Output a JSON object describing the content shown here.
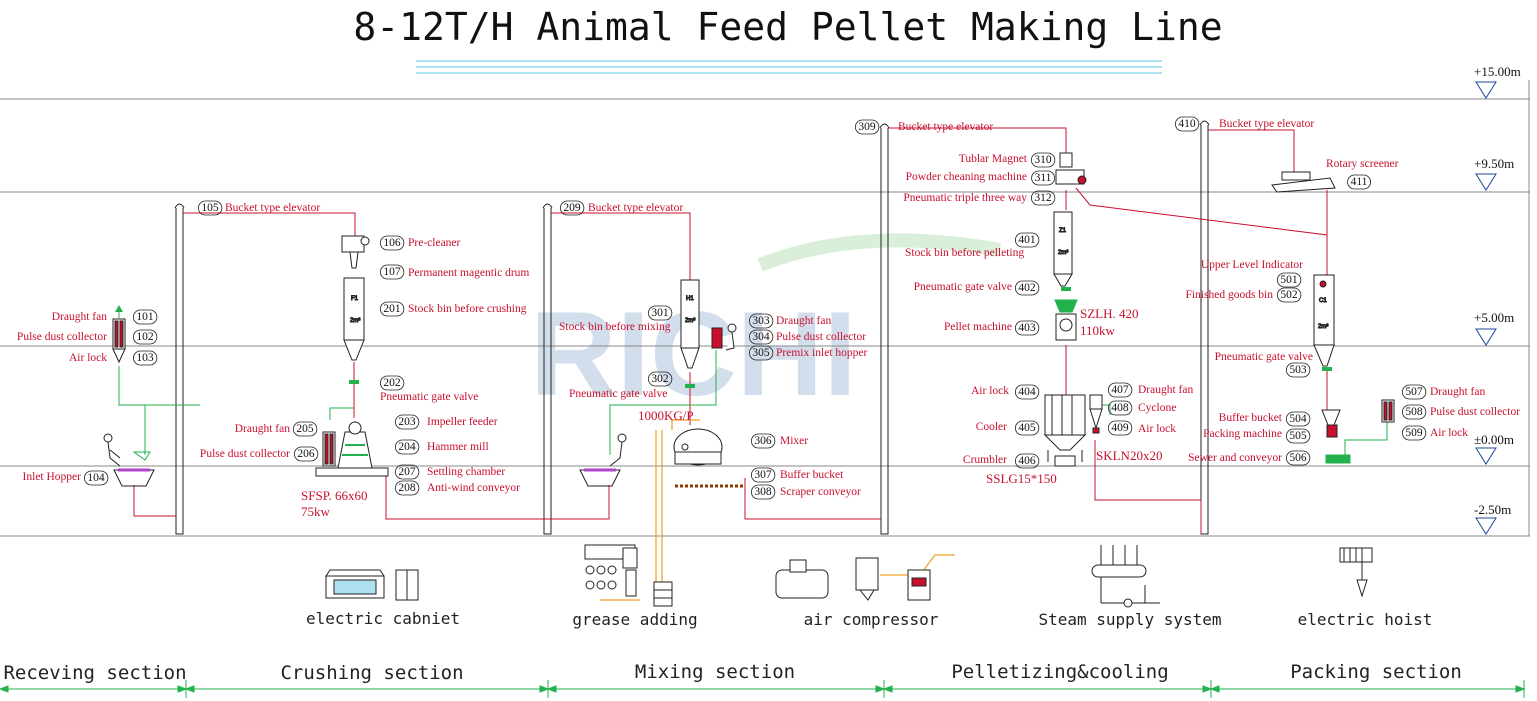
{
  "title": "8-12T/H Animal Feed Pellet Making Line",
  "watermark": "RICHI",
  "levels": [
    "+15.00m",
    "+9.50m",
    "+5.00m",
    "±0.00m",
    "-2.50m"
  ],
  "colors": {
    "label": "#c8102e",
    "pipe": "#c8102e",
    "air_line": "#22b14c",
    "grease_line": "#f0a020",
    "hline": "#888888",
    "watermark": "#a8d4a8"
  },
  "labels": {
    "l101": "Draught fan",
    "n101": "101",
    "l102": "Pulse dust collector",
    "n102": "102",
    "l103": "Air lock",
    "n103": "103",
    "l104": "Inlet Hopper",
    "n104": "104",
    "l105": "Bucket type elevator",
    "n105": "105",
    "l106": "Pre-cleaner",
    "n106": "106",
    "l107": "Permanent magentic drum",
    "n107": "107",
    "l201": "Stock bin before crushing",
    "n201": "201",
    "l202": "Pneumatic gate valve",
    "n202": "202",
    "l203": "Impeller feeder",
    "n203": "203",
    "l204": "Hammer mill",
    "n204": "204",
    "l205": "Draught fan",
    "n205": "205",
    "l206": "Pulse dust collector",
    "n206": "206",
    "l207": "Settling chamber",
    "n207": "207",
    "l208": "Anti-wind conveyor",
    "n208": "208",
    "l209": "Bucket type elevator",
    "n209": "209",
    "l301": "Stock bin before mixing",
    "n301": "301",
    "l302": "Pneumatic gate valve",
    "n302": "302",
    "l303": "Draught fan",
    "n303": "303",
    "l304": "Pulse dust collector",
    "n304": "304",
    "l305": "Premix inlet hopper",
    "n305": "305",
    "l306": "Mixer",
    "n306": "306",
    "l307": "Buffer bucket",
    "n307": "307",
    "l308": "Scraper conveyor",
    "n308": "308",
    "l309": "Bucket type elevator",
    "n309": "309",
    "l310": "Tublar Magnet",
    "n310": "310",
    "l311": "Powder cheaning machine",
    "n311": "311",
    "l312": "Pneumatic triple three way",
    "n312": "312",
    "l401": "Stock bin before pelleting",
    "n401": "401",
    "l402": "Pneumatic gate valve",
    "n402": "402",
    "l403": "Pellet machine",
    "n403": "403",
    "l404": "Air lock",
    "n404": "404",
    "l405": "Cooler",
    "n405": "405",
    "l406": "Crumbler",
    "n406": "406",
    "l407": "Draught fan",
    "n407": "407",
    "l408": "Cyclone",
    "n408": "408",
    "l409": "Air lock",
    "n409": "409",
    "l410": "Bucket type elevator",
    "n410": "410",
    "l411": "Rotary screener",
    "n411": "411",
    "l501": "Upper Level Indicator",
    "n501": "501",
    "l502": "Finished goods bin",
    "n502": "502",
    "l503": "Pneumatic gate valve",
    "n503": "503",
    "l504": "Buffer bucket",
    "n504": "504",
    "l505": "Packing machine",
    "n505": "505",
    "l506": "Sewer and conveyor",
    "n506": "506",
    "l507": "Draught fan",
    "n507": "507",
    "l508": "Pulse dust collector",
    "n508": "508",
    "l509": "Air lock",
    "n509": "509"
  },
  "specs": {
    "mill_model": "SFSP. 66x60",
    "mill_power": "75kw",
    "mixer_cap": "1000KG/P",
    "pellet_model": "SZLH. 420",
    "pellet_power": "110kw",
    "cooler_model": "SKLN20x20",
    "crumbler_model": "SSLG15*150"
  },
  "bin_text": {
    "f1": "F1",
    "h1": "H1",
    "z1": "Z1",
    "c1": "C1",
    "vol": "2m³"
  },
  "utilities": [
    "electric cabniet",
    "grease adding",
    "air compressor",
    "Steam supply system",
    "electric hoist"
  ],
  "sections": [
    "Receving section",
    "Crushing section",
    "Mixing section",
    "Pelletizing&cooling",
    "Packing section"
  ]
}
